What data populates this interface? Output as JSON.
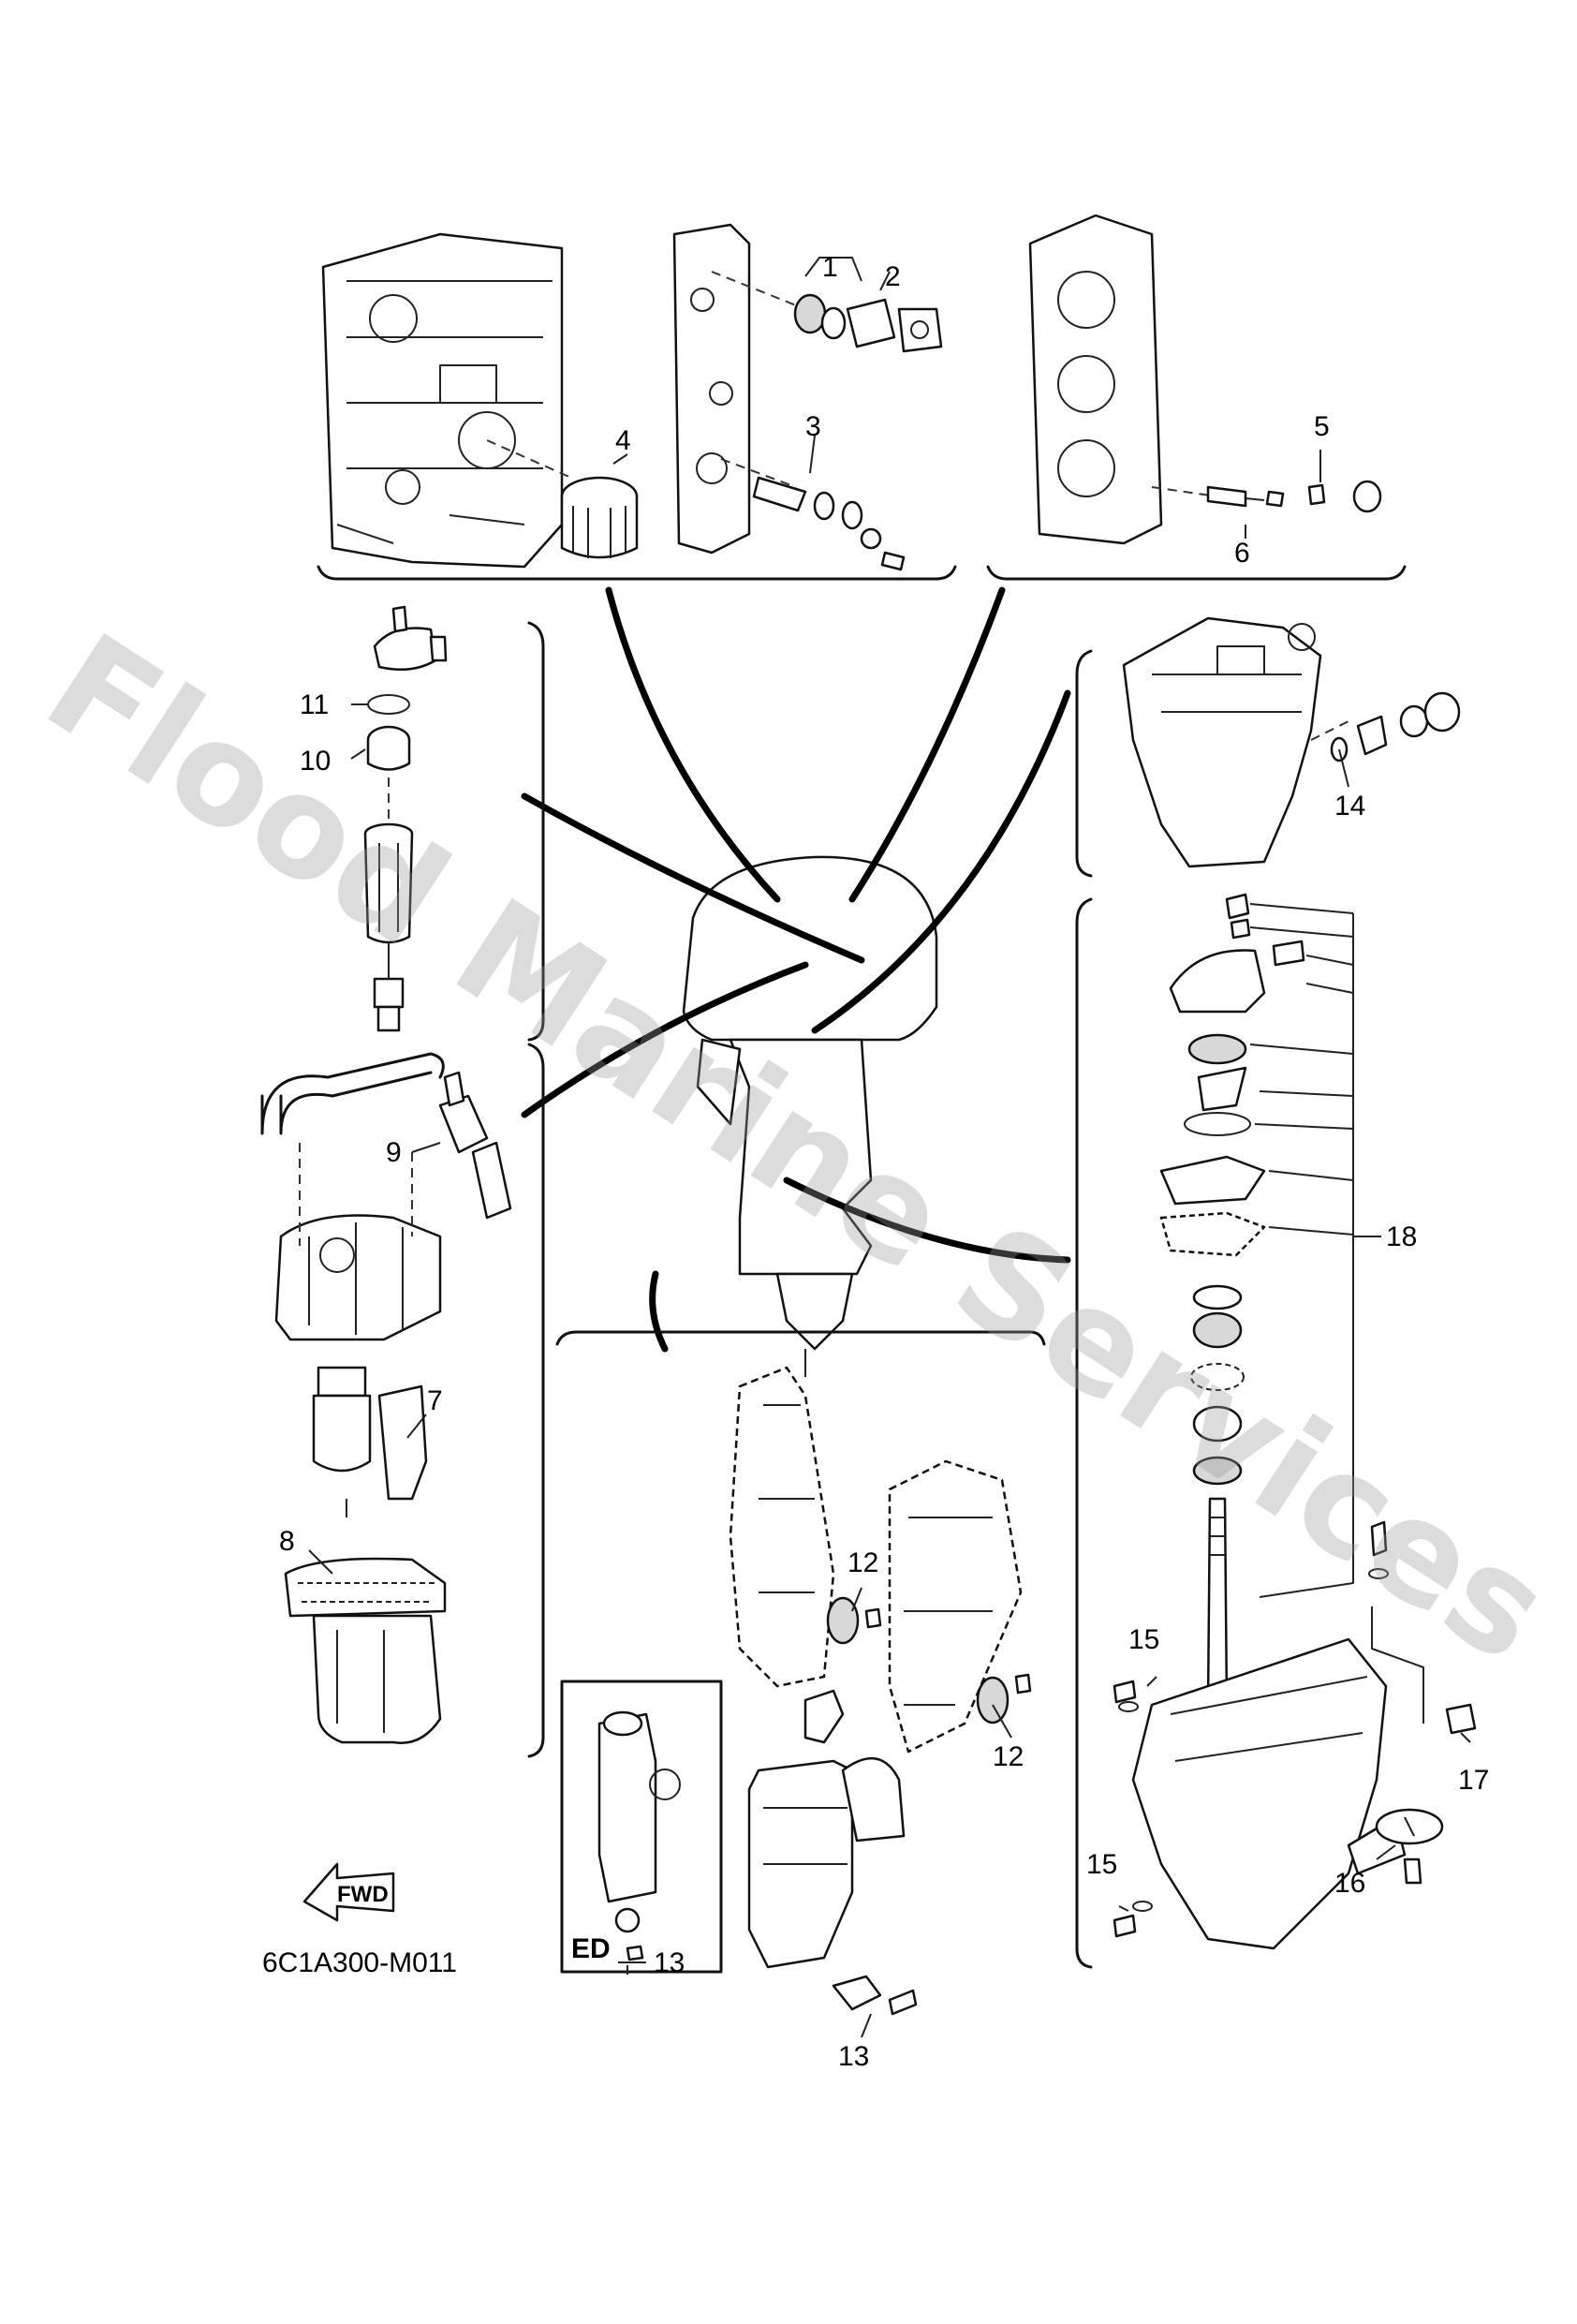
{
  "diagram": {
    "drawing_code": "6C1A300-M011",
    "watermark": "Flood Marine Services",
    "inset_label": "ED",
    "arrow_label": "FWD",
    "callouts": [
      {
        "id": "c1",
        "label": "1"
      },
      {
        "id": "c2",
        "label": "2"
      },
      {
        "id": "c3",
        "label": "3"
      },
      {
        "id": "c4",
        "label": "4"
      },
      {
        "id": "c5",
        "label": "5"
      },
      {
        "id": "c6",
        "label": "6"
      },
      {
        "id": "c7",
        "label": "7"
      },
      {
        "id": "c8",
        "label": "8"
      },
      {
        "id": "c9",
        "label": "9"
      },
      {
        "id": "c10",
        "label": "10"
      },
      {
        "id": "c11",
        "label": "11"
      },
      {
        "id": "c12a",
        "label": "12"
      },
      {
        "id": "c12b",
        "label": "12"
      },
      {
        "id": "c13a",
        "label": "13"
      },
      {
        "id": "c13b",
        "label": "13"
      },
      {
        "id": "c14",
        "label": "14"
      },
      {
        "id": "c15a",
        "label": "15"
      },
      {
        "id": "c15b",
        "label": "15"
      },
      {
        "id": "c16",
        "label": "16"
      },
      {
        "id": "c17",
        "label": "17"
      },
      {
        "id": "c18",
        "label": "18"
      }
    ]
  }
}
